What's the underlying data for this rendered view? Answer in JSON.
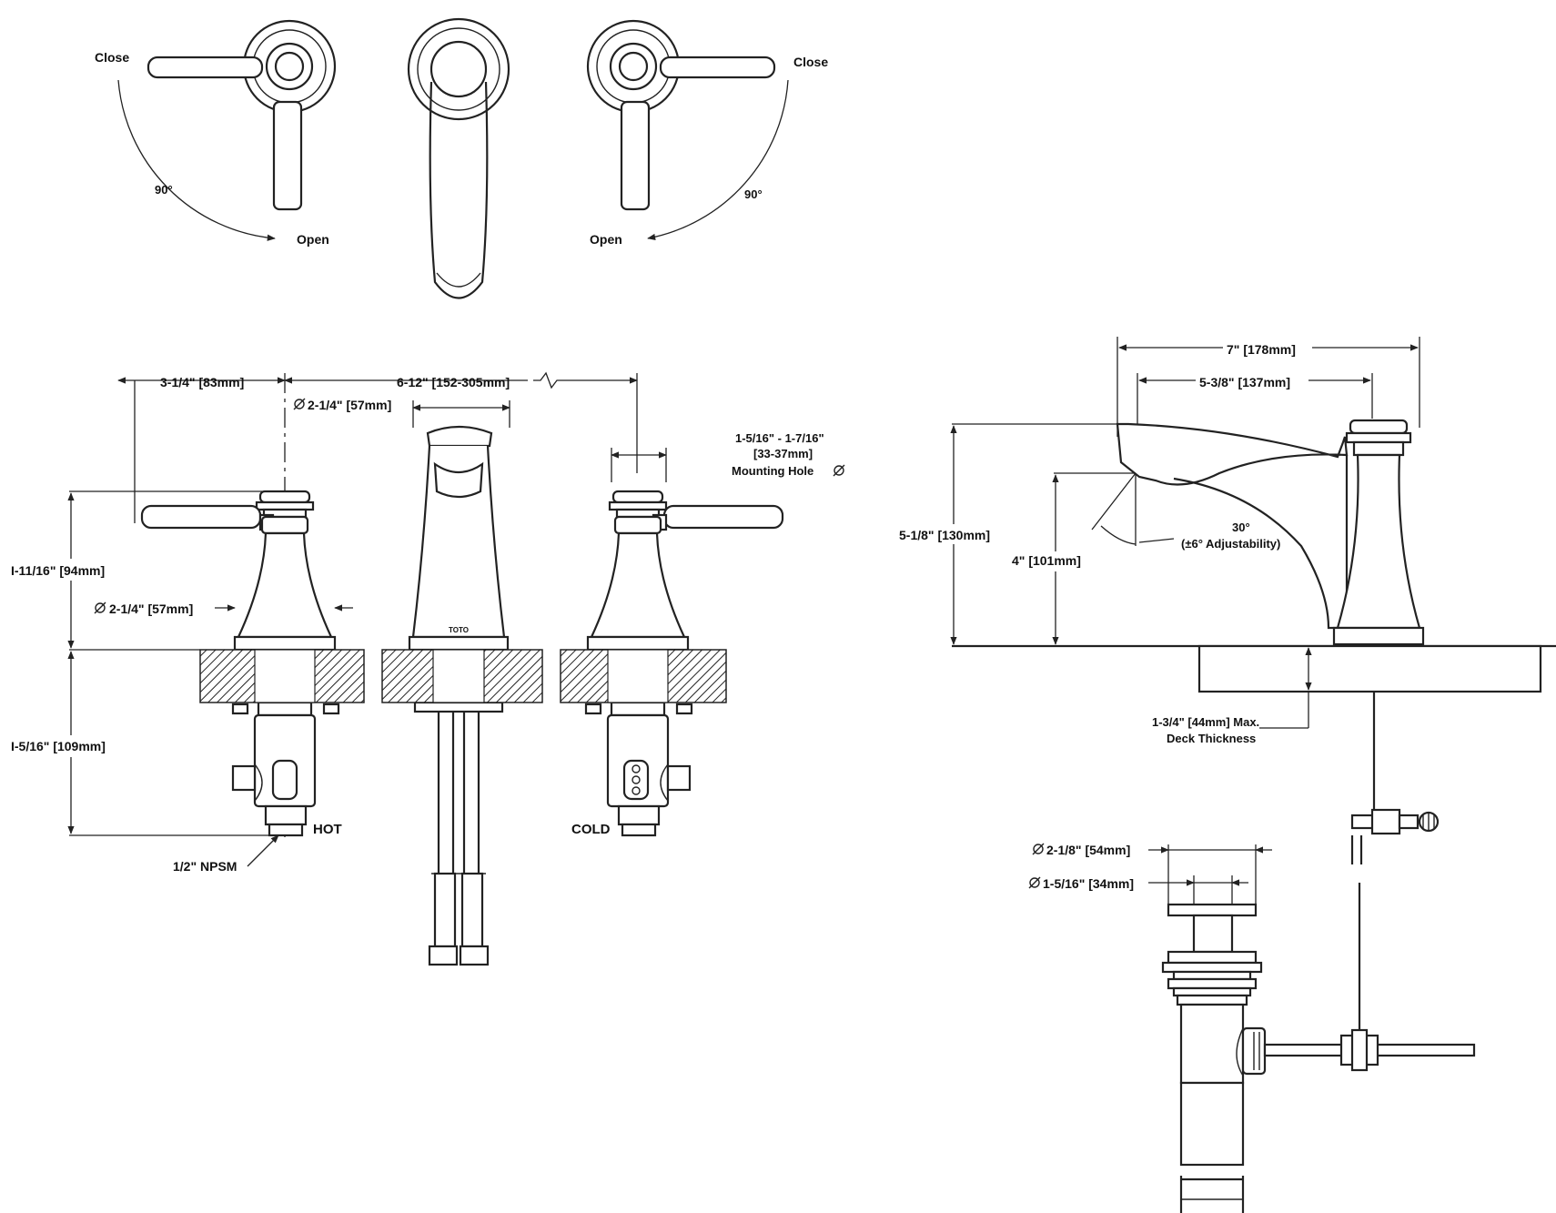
{
  "top_view": {
    "left_close": "Close",
    "left_angle": "90°",
    "left_open": "Open",
    "right_close": "Close",
    "right_angle": "90°",
    "right_open": "Open"
  },
  "front_view": {
    "dim_offset": "3-1/4\" [83mm]",
    "dim_spread": "6-12\" [152-305mm]",
    "dim_spout_dia": "2-1/4\" [57mm]",
    "dim_hole_range": "1-5/16\" - 1-7/16\"",
    "dim_hole_mm": "[33-37mm]",
    "dim_hole_label": "Mounting Hole",
    "dim_height_above": "I-11/16\" [94mm]",
    "dim_base_dia": "2-1/4\" [57mm]",
    "dim_height_below": "I-5/16\" [109mm]",
    "hot_label": "HOT",
    "cold_label": "COLD",
    "thread_label": "1/2\" NPSM",
    "brand_mark": "TOTO"
  },
  "side_view": {
    "dim_reach_total": "7\" [178mm]",
    "dim_reach_spout": "5-3/8\" [137mm]",
    "dim_height": "5-1/8\" [130mm]",
    "dim_outlet_height": "4\" [101mm]",
    "angle_value": "30°",
    "angle_note": "(±6° Adjustability)",
    "deck_max": "1-3/4\" [44mm] Max.",
    "deck_label": "Deck Thickness"
  },
  "drain_view": {
    "dim_outer": "2-1/8\" [54mm]",
    "dim_inner": "1-5/16\" [34mm]"
  }
}
